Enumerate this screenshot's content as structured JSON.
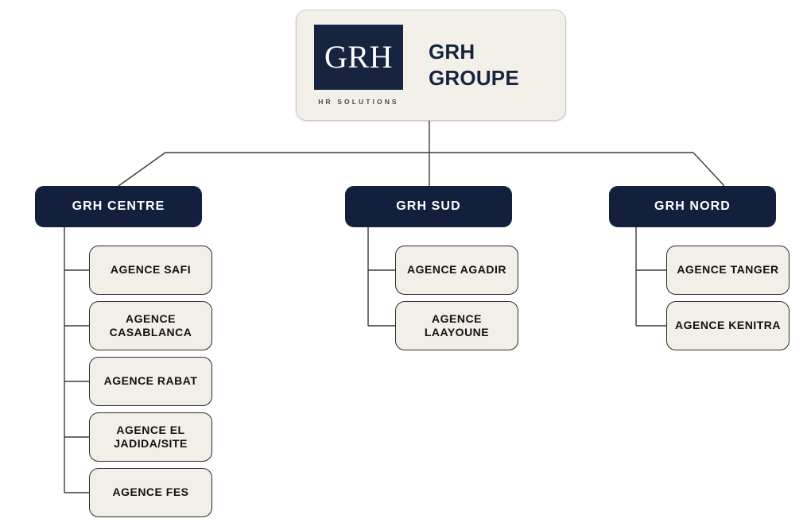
{
  "root": {
    "logo_text": "GRH",
    "logo_tagline": "HR SOLUTIONS",
    "title_line1": "GRH",
    "title_line2": "GROUPE"
  },
  "colors": {
    "navy": "#12203d",
    "cream": "#f2efe9",
    "root_card": "#f3f0ea",
    "connector": "#3a3a3a",
    "leaf_text": "#111111",
    "region_text": "#ffffff"
  },
  "regions": [
    {
      "label": "GRH CENTRE",
      "children": [
        {
          "label": "AGENCE SAFI"
        },
        {
          "label": "AGENCE CASABLANCA"
        },
        {
          "label": "AGENCE RABAT"
        },
        {
          "label": "AGENCE EL JADIDA/SITE"
        },
        {
          "label": "AGENCE FES"
        }
      ]
    },
    {
      "label": "GRH SUD",
      "children": [
        {
          "label": "AGENCE AGADIR"
        },
        {
          "label": "AGENCE LAAYOUNE"
        }
      ]
    },
    {
      "label": "GRH NORD",
      "children": [
        {
          "label": "AGENCE TANGER"
        },
        {
          "label": "AGENCE KENITRA"
        }
      ]
    }
  ]
}
